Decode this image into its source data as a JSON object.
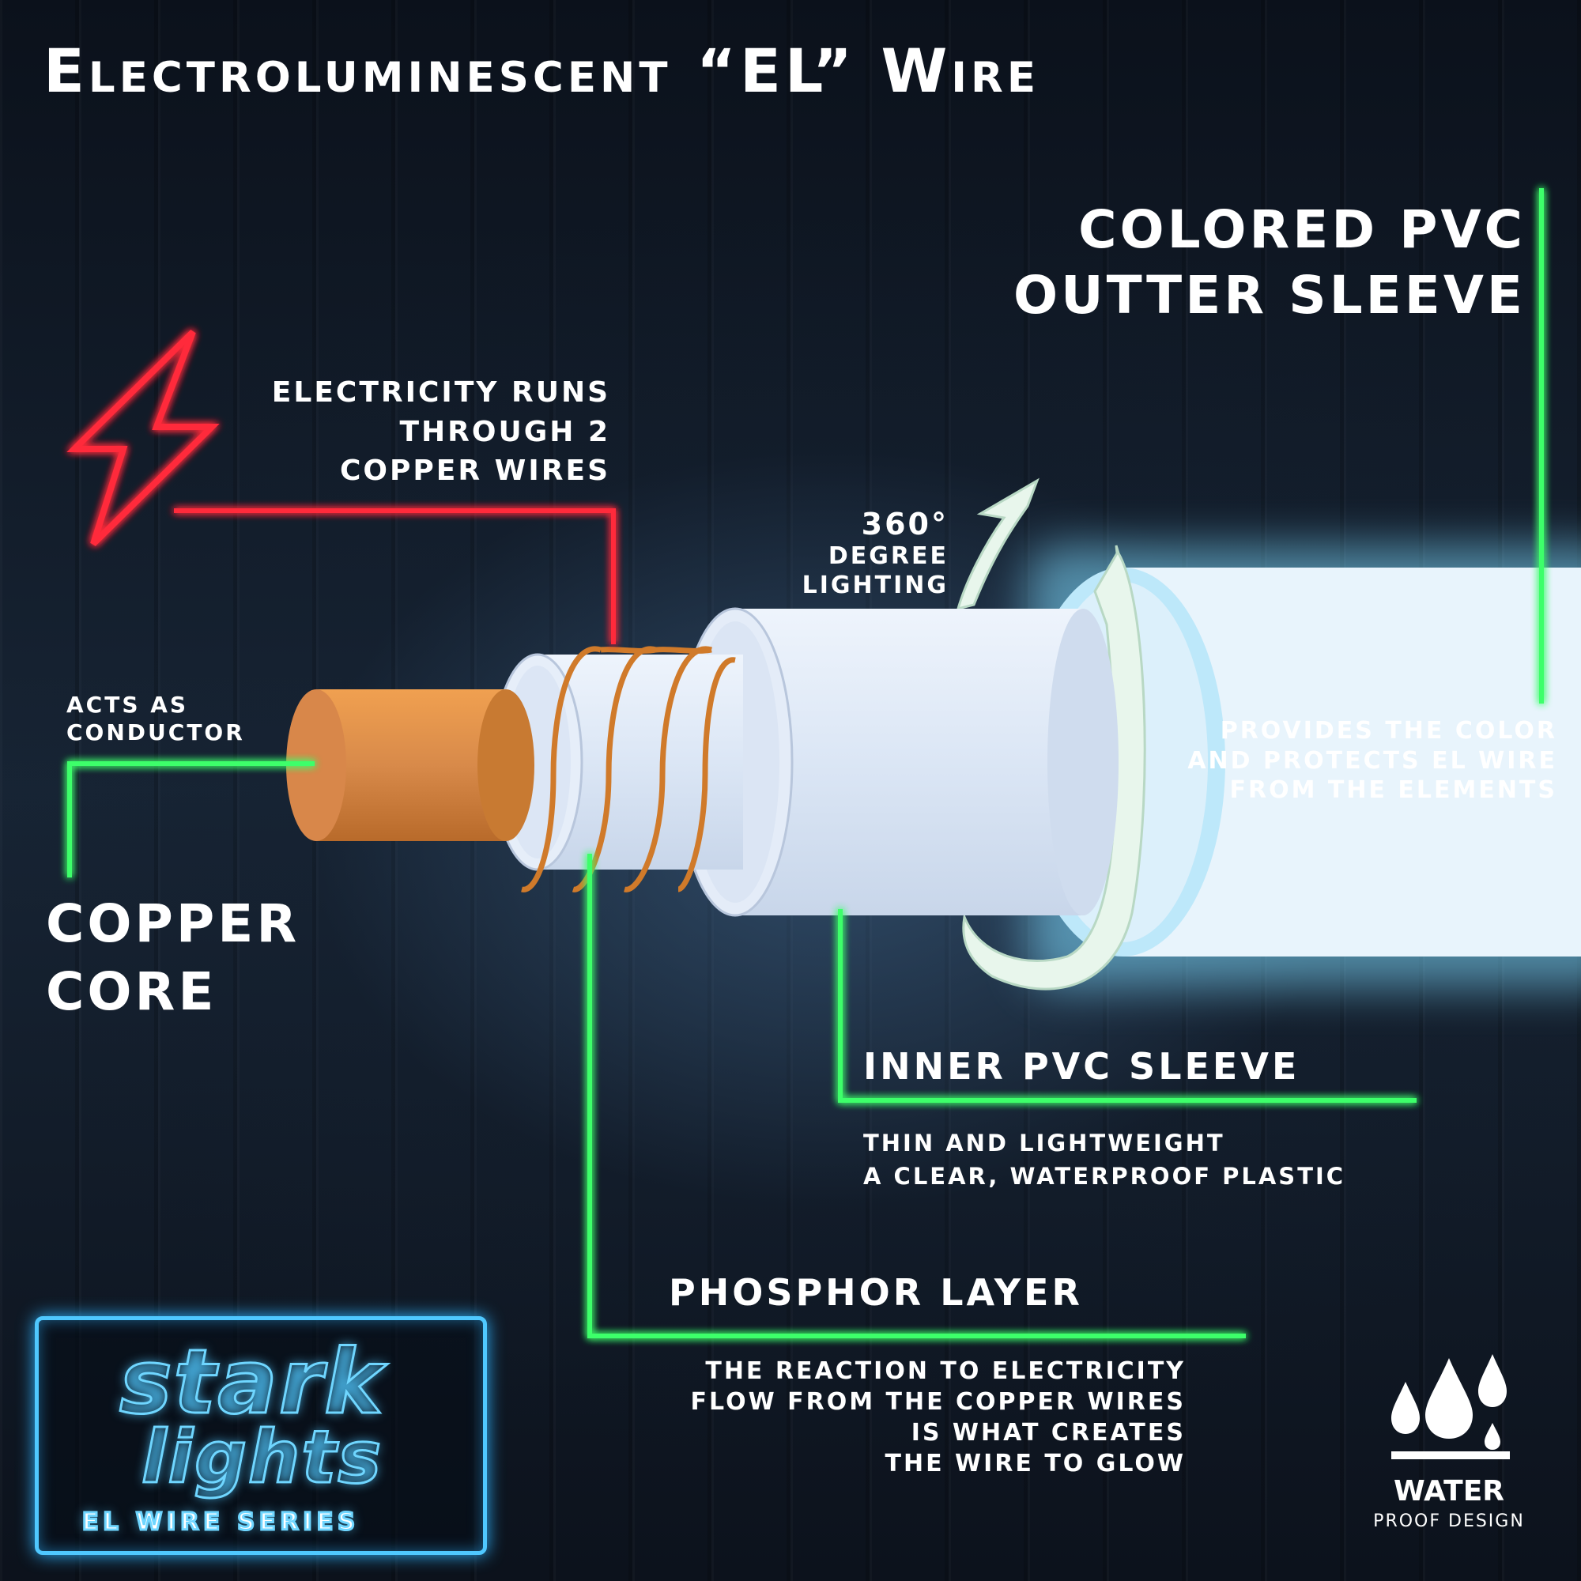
{
  "title": "Electroluminescent “EL” Wire",
  "labels": {
    "colored_pvc": [
      "COLORED PVC",
      "OUTTER SLEEVE"
    ],
    "electricity": [
      "ELECTRICITY RUNS",
      "THROUGH 2",
      "COPPER WIRES"
    ],
    "degree": [
      "360°",
      "DEGREE",
      "LIGHTING"
    ],
    "acts_as": [
      "ACTS AS",
      "CONDUCTOR"
    ],
    "copper_core": [
      "COPPER",
      "CORE"
    ],
    "provides": [
      "PROVIDES THE COLOR",
      "AND PROTECTS EL WIRE",
      "FROM THE ELEMENTS"
    ],
    "inner_pvc": "INNER PVC SLEEVE",
    "inner_pvc_desc": [
      "THIN AND LIGHTWEIGHT",
      "A CLEAR, WATERPROOF PLASTIC"
    ],
    "phosphor": "PHOSPHOR LAYER",
    "phosphor_desc": [
      "THE REACTION TO ELECTRICITY",
      "FLOW FROM THE COPPER WIRES",
      "IS WHAT CREATES",
      "THE WIRE TO GLOW"
    ]
  },
  "logo": {
    "line1": "stark",
    "line2": "lights",
    "series": "EL WIRE SERIES"
  },
  "badge": {
    "line1": "WATER",
    "line2": "PROOF DESIGN"
  },
  "colors": {
    "green_glow": "#3cff6a",
    "red_glow": "#ff2a3a",
    "blue_glow": "#4fc8ff",
    "copper": "#e08a3a",
    "sleeve": "#dde8f6"
  },
  "icons": [
    "lightning-bolt-icon",
    "rotation-arrow-icon",
    "water-drops-icon"
  ]
}
